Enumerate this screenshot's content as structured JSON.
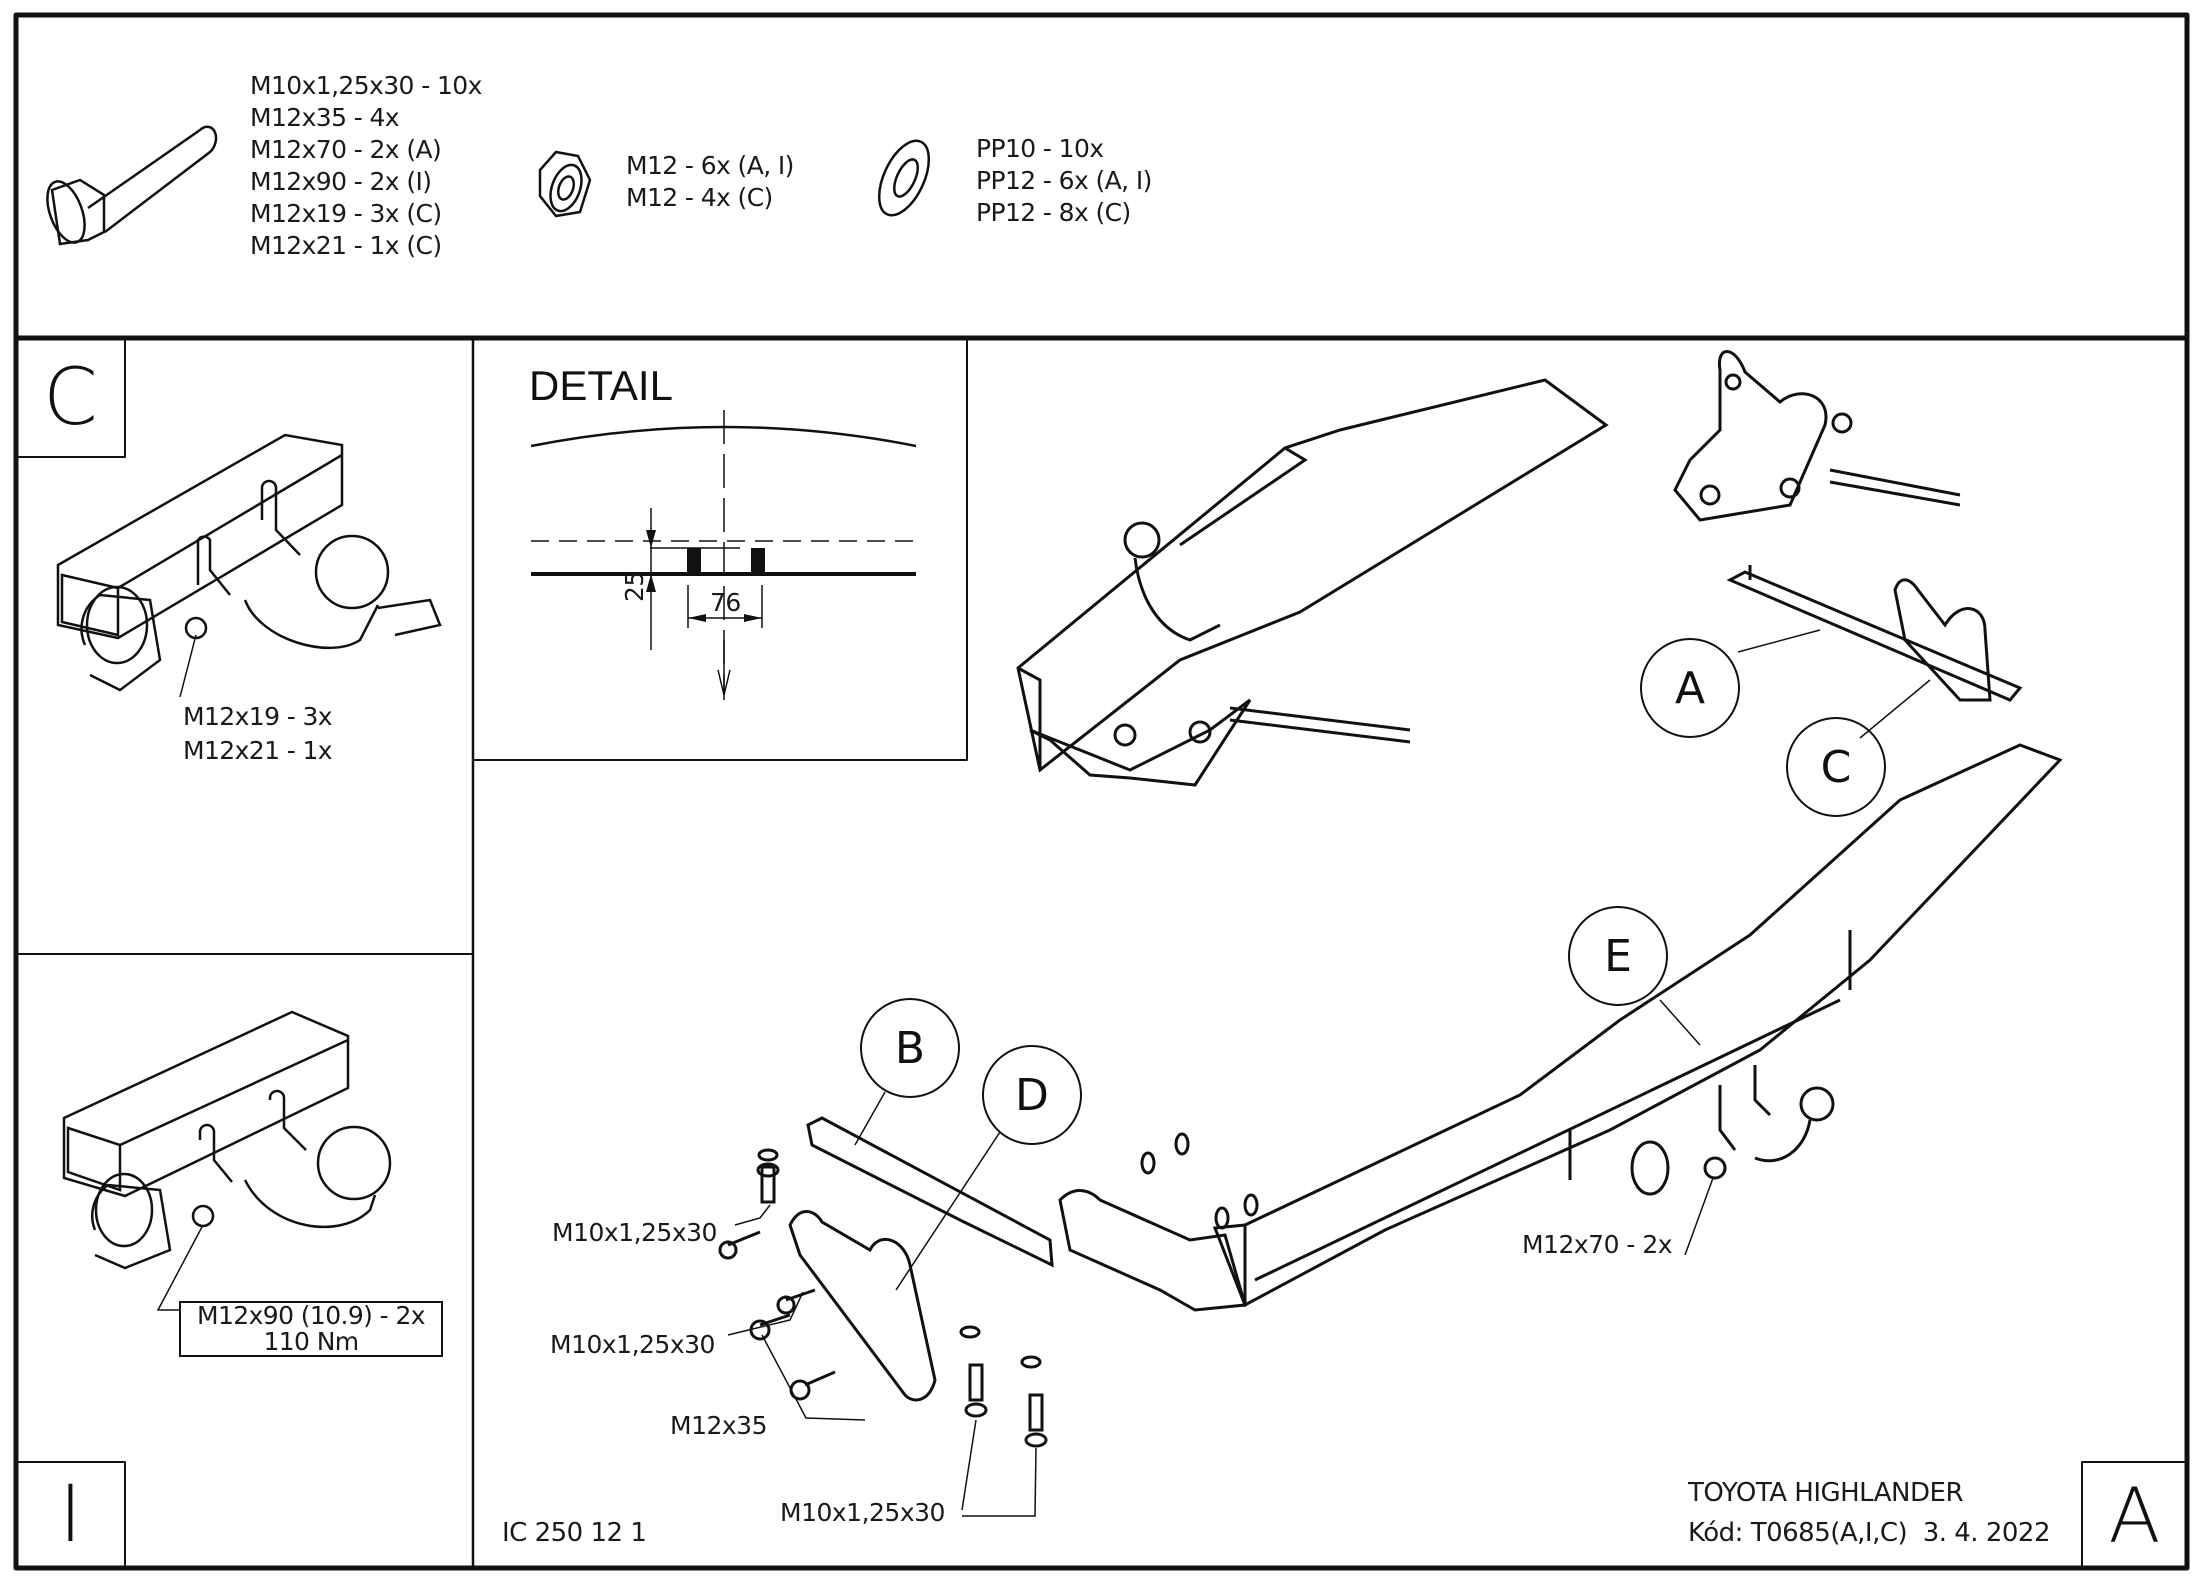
{
  "parts_list": {
    "bolts": [
      "M10x1,25x30 - 10x",
      "M12x35 - 4x",
      "M12x70 - 2x (A)",
      "M12x90 - 2x (I)",
      "M12x19 - 3x (C)",
      "M12x21 - 1x (C)"
    ],
    "nuts": [
      "M12 - 6x (A, I)",
      "M12 - 4x (C)"
    ],
    "washers": [
      "PP10 - 10x",
      "PP12 - 6x (A, I)",
      "PP12 - 8x (C)"
    ]
  },
  "panel_c": {
    "letter": "C",
    "callout_lines": [
      "M12x19 - 3x",
      "M12x21 - 1x"
    ]
  },
  "panel_i": {
    "letter": "I",
    "callout_lines": [
      "M12x90 (10.9) - 2x",
      "110 Nm"
    ]
  },
  "detail": {
    "title": "DETAIL",
    "dim_vertical": "25",
    "dim_horizontal": "76"
  },
  "main": {
    "balloons": [
      "A",
      "B",
      "C",
      "D",
      "E"
    ],
    "callouts": {
      "m10_top": "M10x1,25x30",
      "m10_mid": "M10x1,25x30",
      "m12x35": "M12x35",
      "m10_bottom": "M10x1,25x30",
      "m12x70": "M12x70 - 2x"
    }
  },
  "footer": {
    "drawing_number": "IC 250 12 1",
    "vehicle": "TOYOTA HIGHLANDER",
    "code_line": "Kód: T0685(A,I,C)  3. 4. 2022",
    "variant_letter": "A"
  }
}
